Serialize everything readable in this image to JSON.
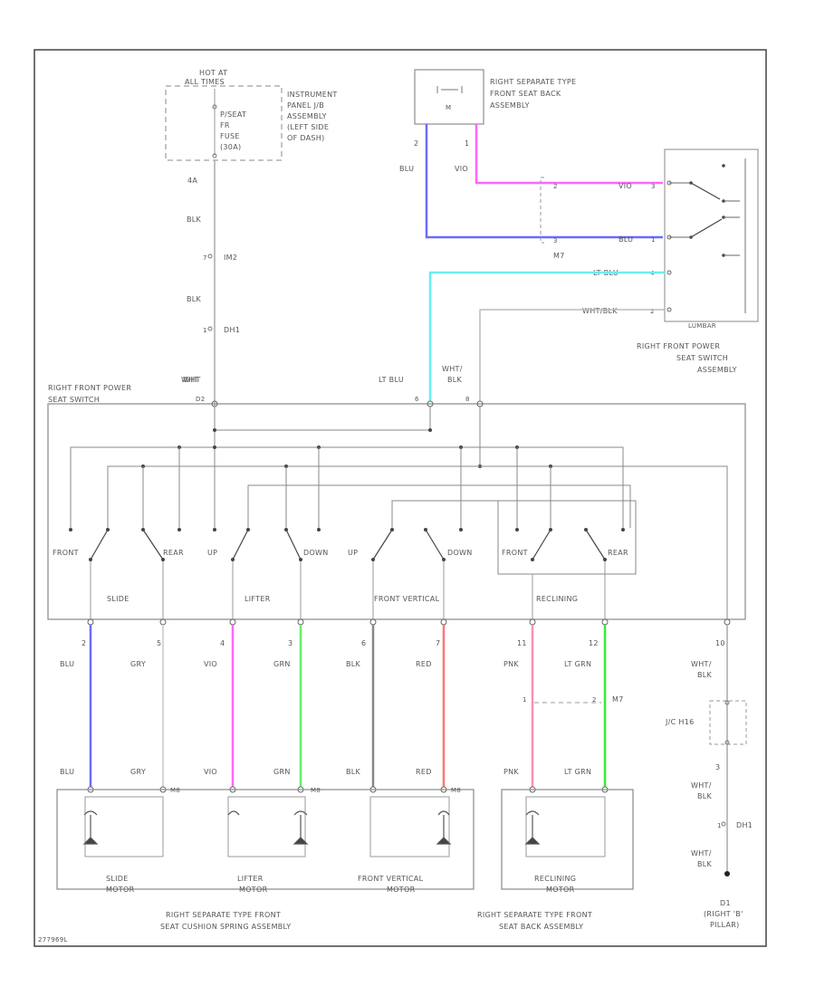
{
  "fuse_block": {
    "hot_at": "HOT AT",
    "hot_at_state": "ALL TIMES",
    "fuse_lines": [
      "P/SEAT",
      "FR",
      "FUSE",
      "(30A)"
    ],
    "panel_lines": [
      "INSTRUMENT",
      "PANEL J/B",
      "ASSEMBLY",
      "(LEFT SIDE",
      "OF DASH)"
    ],
    "pin_a": "4A",
    "conn1": "IM2",
    "conn2": "DH1",
    "wire_blk": "BLK",
    "wire_wht": "WHT"
  },
  "back_assembly": {
    "lines": [
      "RIGHT SEPARATE TYPE",
      "FRONT SEAT BACK",
      "ASSEMBLY"
    ],
    "pin_left": "2",
    "pin_right": "1",
    "wire_left": "BLU",
    "wire_right": "VIO",
    "conn_label": "M7"
  },
  "lumbar": {
    "wire_vio": "VIO",
    "wire_blu": "BLU",
    "wire_lt_blu": "LT BLU",
    "wire_wht_blk": "WHT/BLK",
    "pin_a": "3",
    "pin_b": "1",
    "pin_c": "4",
    "pin_d": "2",
    "switch_label": "LUMBAR",
    "assembly_lines": [
      "RIGHT FRONT POWER",
      "SEAT SWITCH",
      "ASSEMBLY"
    ]
  },
  "seat_switch": {
    "title_lines": [
      "RIGHT FRONT POWER",
      "SEAT SWITCH"
    ],
    "wht": "WHT",
    "lt_blu": "LT BLU",
    "wht_blk": "WHT/\nBLK",
    "wht_blk_l1": "WHT/",
    "wht_blk_l2": "BLK",
    "pin_12": "D2",
    "pin_6": "6",
    "pin_8": "8",
    "front1": "FRONT",
    "rear1": "REAR",
    "up1": "UP",
    "down1": "DOWN",
    "up2": "UP",
    "down2": "DOWN",
    "front2": "FRONT",
    "rear2": "REAR",
    "slide": "SLIDE",
    "lifter": "LIFTER",
    "front_vertical": "FRONT VERTICAL",
    "reclining": "RECLINING"
  },
  "wires": [
    {
      "pin": "2",
      "color_name": "BLU",
      "color": "#6b6bff"
    },
    {
      "pin": "5",
      "color_name": "GRY",
      "color": "#c8c8c8"
    },
    {
      "pin": "4",
      "color_name": "VIO",
      "color": "#ff66ff"
    },
    {
      "pin": "3",
      "color_name": "GRN",
      "color": "#66ee66"
    },
    {
      "pin": "6",
      "color_name": "BLK",
      "color": "#888888"
    },
    {
      "pin": "7",
      "color_name": "RED",
      "color": "#ff7777"
    },
    {
      "pin": "11",
      "color_name": "PNK",
      "color": "#ff8fb0"
    },
    {
      "pin": "12",
      "color_name": "LT GRN",
      "color": "#33ee33"
    }
  ],
  "ground": {
    "pin": "10",
    "wht_blk": "WHT/BLK",
    "jc": "J/C H16",
    "conn": "M7",
    "conn2": "DH1",
    "pin2": "3",
    "ground_id": "D1",
    "ground_loc1": "(RIGHT 'B'",
    "ground_loc2": "PILLAR)"
  },
  "motors": {
    "slide": [
      "SLIDE",
      "MOTOR"
    ],
    "lifter": [
      "LIFTER",
      "MOTOR"
    ],
    "front_vertical": [
      "FRONT VERTICAL",
      "MOTOR"
    ],
    "reclining": [
      "RECLINING",
      "MOTOR"
    ],
    "cushion_assembly": [
      "RIGHT SEPARATE TYPE FRONT",
      "SEAT CUSHION SPRING ASSEMBLY"
    ],
    "back_assembly": [
      "RIGHT SEPARATE TYPE FRONT",
      "SEAT BACK ASSEMBLY"
    ],
    "conn_m8": "M8"
  },
  "footer_code": "277969L"
}
